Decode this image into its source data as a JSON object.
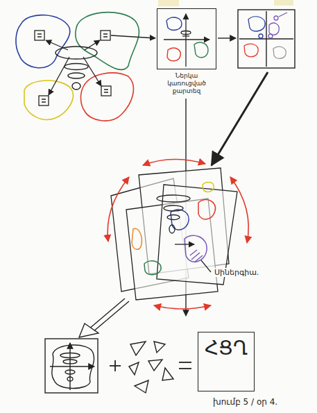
{
  "diagram": {
    "nodes": [
      {
        "text": [
          "Ներկա կառուցված քարտեզ"
        ]
      },
      {
        "text": [
          "ՀՑՂ"
        ]
      }
    ],
    "labels": [
      "Սիներգիա.",
      "խումբ 5 / օր 4."
    ]
  }
}
